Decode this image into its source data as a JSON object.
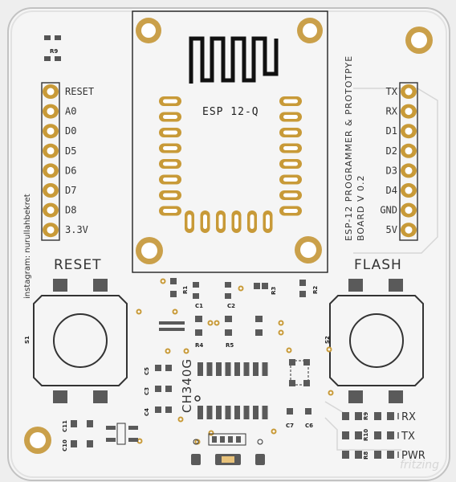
{
  "board": {
    "module_name": "ESP 12-Q",
    "title_line1": "ESP-12 PROGRAMMER & PROTOTPYE",
    "title_line2": "BOARD  V 0.2",
    "credit": "instagram: nurullahbekret",
    "chip_label": "CH340G",
    "reset_label": "RESET",
    "flash_label": "FLASH",
    "watermark": "fritzing"
  },
  "left_header": {
    "pins": [
      "RESET",
      "A0",
      "D0",
      "D5",
      "D6",
      "D7",
      "D8",
      "3.3V"
    ]
  },
  "right_header": {
    "pins": [
      "TX",
      "RX",
      "D1",
      "D2",
      "D3",
      "D4",
      "GND",
      "5V"
    ]
  },
  "leds": {
    "labels": [
      "RX",
      "TX",
      "PWR"
    ]
  },
  "refs": {
    "r9_top": "R9",
    "r1": "R1",
    "c1": "C1",
    "c2": "C2",
    "r3": "R3",
    "r2": "R2",
    "r4": "R4",
    "r5": "R5",
    "s1": "S1",
    "s2": "S2",
    "c5": "C5",
    "c3": "C3",
    "c4": "C4",
    "c7": "C7",
    "c6": "C6",
    "c11": "C11",
    "c10": "C10",
    "r9": "R9",
    "r10": "R10",
    "r8": "R8"
  },
  "colors": {
    "board": "#f4f4f4",
    "outline": "#b8b8b8",
    "copper": "#c8a040",
    "copper_light": "#e6c27a",
    "hole": "#ffffff",
    "silk": "#333333",
    "smd_pad": "#5a5a5a"
  }
}
